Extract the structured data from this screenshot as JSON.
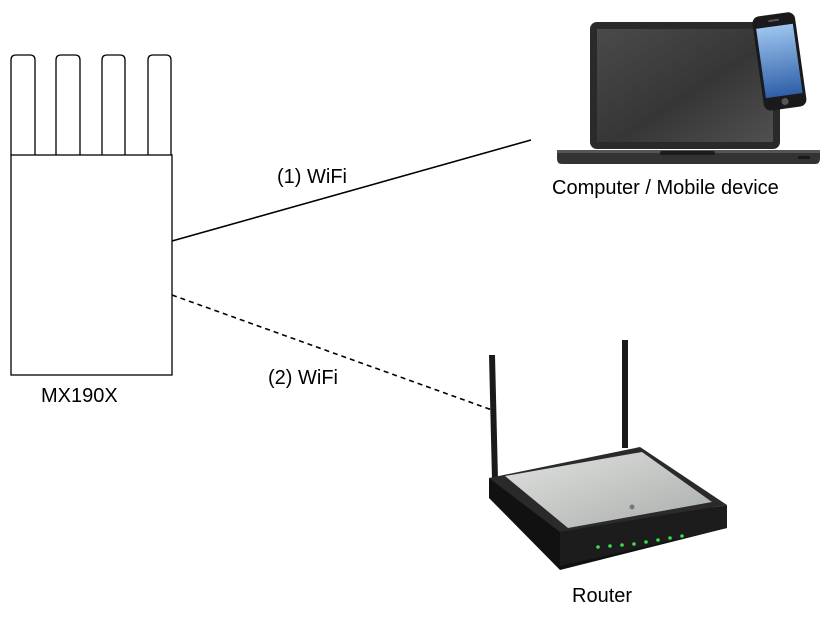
{
  "diagram": {
    "device_label": "MX190X",
    "device_label_color": "#000000",
    "connections": [
      {
        "label": "(1) WiFi",
        "from": "MX190X",
        "to": "Computer / Mobile device",
        "style": "solid"
      },
      {
        "label": "(2) WiFi",
        "from": "MX190X",
        "to": "Router",
        "style": "dashed"
      }
    ],
    "computer_label": "Computer / Mobile device",
    "router_label": "Router",
    "colors": {
      "line": "#000000",
      "laptop_body": "#2b2b2b",
      "laptop_screen": "#3a3a3a",
      "router_body": "#1e1e1e",
      "router_top": "#c9ccc9",
      "led": "#3cdc50"
    },
    "icons": {
      "device": "modem-outline-icon",
      "computer": "laptop-icon",
      "phone": "smartphone-icon",
      "router": "wifi-router-icon"
    }
  }
}
